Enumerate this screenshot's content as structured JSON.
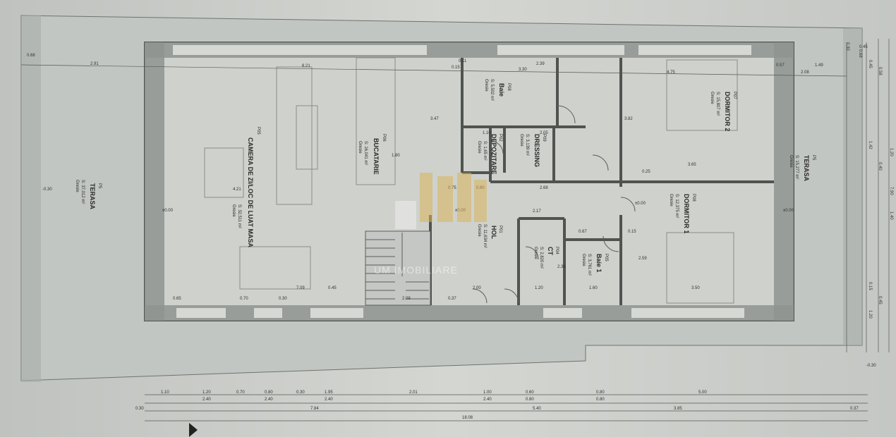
{
  "rooms": {
    "camera": {
      "code": "P05",
      "name": "CAMERA DE ZI/LOC DE LUAT MASA",
      "area": "S: 32,511 m²",
      "pline": "P:",
      "finish": "Gresie"
    },
    "bucatarie": {
      "code": "P06",
      "name": "BUCATARIE",
      "area": "S: 16,041 m²",
      "pline": "P:",
      "finish": "Gresie"
    },
    "terasa_left": {
      "code": "P5",
      "name": "TERASA",
      "area": "S: 37,012 m²",
      "pline": "P:",
      "finish": "Gresie"
    },
    "baie_top": {
      "code": "P08",
      "name": "Baie",
      "area": "S: 5,502 m²",
      "pline": "P:",
      "finish": "Gresie"
    },
    "dressing": {
      "code": "P09",
      "name": "DRESSING",
      "area": "S: 3,139 m²",
      "pline": "P:",
      "finish": "Gresie"
    },
    "depozitare": {
      "code": "P02",
      "name": "DEPOZITARE",
      "area": "S: 1,65 m²",
      "pline": "P:",
      "finish": "Gresie"
    },
    "dormitor2": {
      "code": "P07",
      "name": "DORMITOR 2",
      "area": "S: 15,807 m²",
      "pline": "P:",
      "finish": "Gresie"
    },
    "terasa_right": {
      "code": "P5",
      "name": "TERASA",
      "area": "S: 15,277 m²",
      "pline": "P:",
      "finish": "Gresie"
    },
    "hol": {
      "code": "P01",
      "name": "HOL",
      "area": "S: 11,634 m²",
      "pline": "P:",
      "finish": "Gresie"
    },
    "ct": {
      "code": "P04",
      "name": "CT",
      "area": "S: 2,820 m²",
      "pline": "P:",
      "finish": "Gresie"
    },
    "baie1": {
      "code": "P05",
      "name": "Baie 1",
      "area": "S: 3,761 m²",
      "pline": "P:",
      "finish": "Gresie"
    },
    "dormitor1": {
      "code": "P08",
      "name": "DORMITOR 1",
      "area": "S: 12,375 m²",
      "pline": "P:",
      "finish": "Gresie"
    }
  },
  "dimensions": {
    "top_row": [
      "0.68",
      "2.91",
      "8.21",
      "3.30",
      "2.39",
      "0.15",
      "4.75",
      "0.57",
      "1.49",
      "2.08",
      "0.45"
    ],
    "bottom_row1": [
      "1.10",
      "1.20",
      "0.70",
      "0.80",
      "0.30",
      "1.95",
      "2.01",
      "1.00",
      "0.60",
      "0.80",
      "5.00"
    ],
    "bottom_row2": [
      "2.40",
      "2.40",
      "2.40",
      "2.40",
      "0.80",
      "0.80"
    ],
    "bottom_row3": [
      "0.30",
      "7.84",
      "5.40",
      "3.85",
      "0.37"
    ],
    "bottom_total": "18.08",
    "interior": [
      "7.09",
      "0.70",
      "0.65",
      "0.30",
      "2.00",
      "1.20",
      "1.60",
      "3.50",
      "3.65",
      "2.68",
      "2.17",
      "3.47",
      "4.21",
      "1.80",
      "3.82",
      "2.59",
      "2.36",
      "1.10",
      "2.05",
      "0.75",
      "0.80",
      "0.67",
      "0.15",
      "0.45",
      "0.11",
      "0.25",
      "0.37",
      "2.09"
    ],
    "right_row": [
      "0.30",
      "0.68",
      "0.45",
      "0.58",
      "1.42",
      "1.20",
      "0.40",
      "7.90",
      "1.40",
      "0.15",
      "0.45",
      "1.20"
    ],
    "levels": [
      "±0.00",
      "±0.00",
      "±0.00",
      "±0.00",
      "-0.30",
      "-0.30"
    ]
  },
  "watermark": {
    "brand": "UM IMOBILIARE"
  },
  "colors": {
    "paper": "#c9ccc8",
    "wall": "#7f8480",
    "wall_fill": "#9da19d",
    "terrace": "#bfc3bf",
    "line": "#555a56",
    "watermark": "#d9b45a"
  }
}
